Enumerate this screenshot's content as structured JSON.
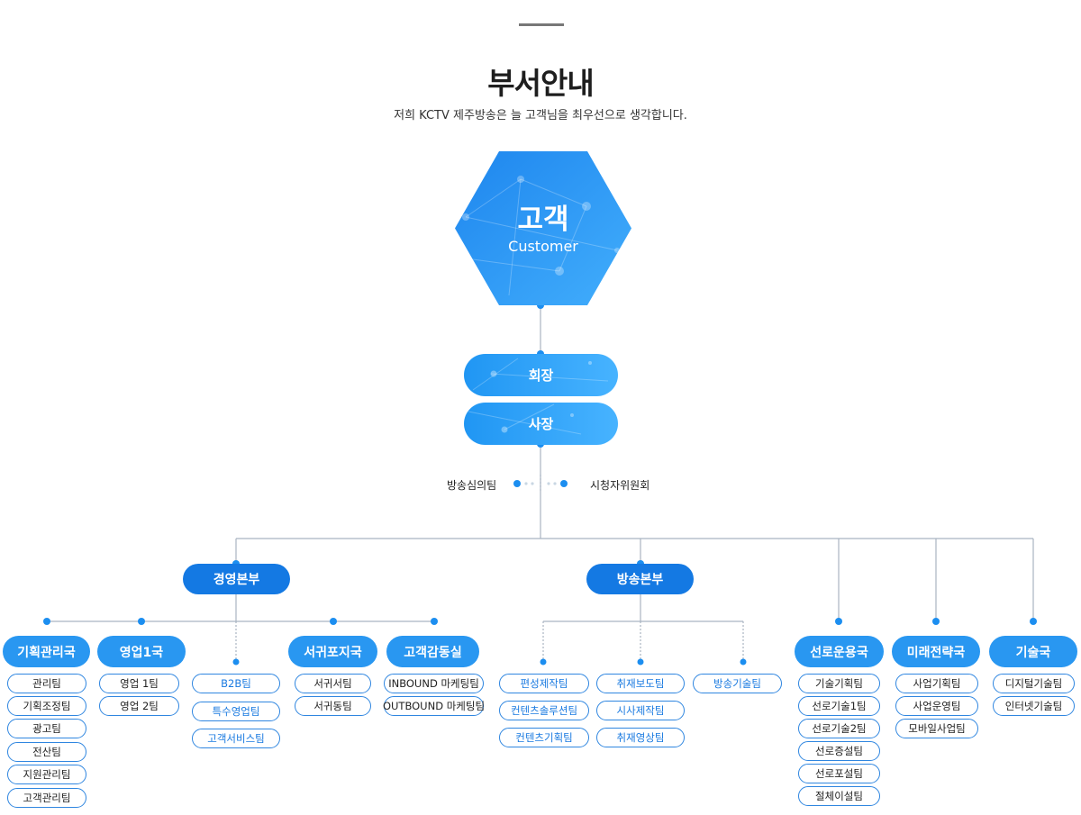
{
  "header": {
    "title": "부서안내",
    "subtitle": "저희 KCTV 제주방송은 늘 고객님을 최우선으로 생각합니다."
  },
  "customer": {
    "label_ko": "고객",
    "label_en": "Customer"
  },
  "chairman": "회장",
  "president": "사장",
  "committees": {
    "left": "방송심의팀",
    "right": "시청자위원회"
  },
  "headquarters": {
    "management": "경영본부",
    "broadcasting": "방송본부"
  },
  "departments": {
    "planning": {
      "name": "기획관리국",
      "teams": [
        "관리팀",
        "기획조정팀",
        "광고팀",
        "전산팀",
        "지원관리팀",
        "고객관리팀"
      ]
    },
    "sales1": {
      "name": "영업1국",
      "teams": [
        "영업 1팀",
        "영업 2팀"
      ]
    },
    "b2b": {
      "teams": [
        "B2B팀",
        "특수영업팀",
        "고객서비스팀"
      ]
    },
    "seogwipo": {
      "name": "서귀포지국",
      "teams": [
        "서귀서팀",
        "서귀동팀"
      ]
    },
    "customer_impression": {
      "name": "고객감동실",
      "teams": [
        "INBOUND 마케팅팀",
        "OUTBOUND 마케팅팀"
      ]
    },
    "production": {
      "teams": [
        "편성제작팀",
        "컨텐츠솔루션팀",
        "컨텐츠기획팀"
      ]
    },
    "news": {
      "teams": [
        "취재보도팀",
        "시사제작팀",
        "취재영상팀"
      ]
    },
    "broadcast_tech": {
      "teams": [
        "방송기술팀"
      ]
    },
    "line_ops": {
      "name": "선로운용국",
      "teams": [
        "기술기획팀",
        "선로기술1팀",
        "선로기술2팀",
        "선로증설팀",
        "선로포설팀",
        "절체이설팀"
      ]
    },
    "future": {
      "name": "미래전략국",
      "teams": [
        "사업기획팀",
        "사업운영팀",
        "모바일사업팀"
      ]
    },
    "tech": {
      "name": "기술국",
      "teams": [
        "디지털기술팀",
        "인터넷기술팀"
      ]
    }
  },
  "colors": {
    "primary": "#1479e3",
    "dept": "#2997f1",
    "line": "#a9b4c2",
    "team_border": "#2f86e0"
  }
}
